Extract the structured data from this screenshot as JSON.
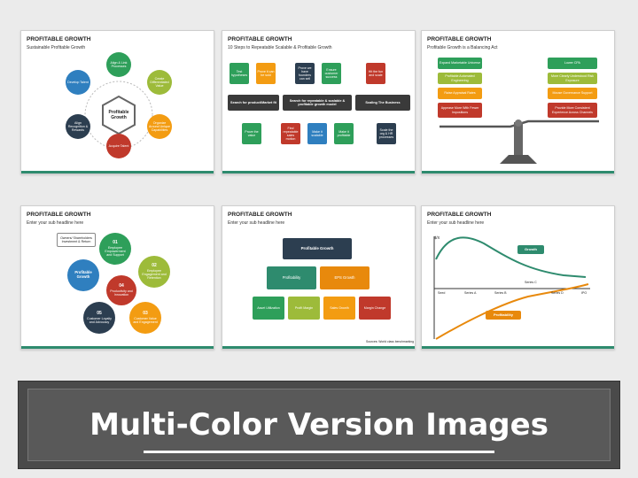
{
  "slides": [
    {
      "title": "PROFITABLE GROWTH",
      "subtitle": "Sustainable Profitable Growth",
      "center": "Profitable Growth",
      "nodes": [
        "Align & Link Processes",
        "Create Differentiated Value",
        "Organize Around Unique Capabilities",
        "Acquire Talent",
        "Align Recognition & Rewards",
        "Develop Talent"
      ]
    },
    {
      "title": "PROFITABLE GROWTH",
      "subtitle": "10 Steps to Repeatable Scalable & Profitable Growth",
      "top_boxes": [
        "Test hypotheses",
        "Prove it can be sold",
        "Prove we have founders can sell",
        "Ensure customer success",
        "Hit the fun and scale"
      ],
      "headers": [
        "Search for product/Market fit",
        "Search for repeatable & scalable & profitable growth model",
        "Scaling The Business"
      ],
      "bottom_boxes": [
        "Prove the value",
        "Find repeatable sales motion",
        "Make it scalable",
        "Make it profitable",
        "Scale the org & HR processes"
      ]
    },
    {
      "title": "PROFITABLE GROWTH",
      "subtitle": "Profitable Growth is a Balancing Act",
      "left_items": [
        "Expand Marketable Universe",
        "Profitable Automated Engineering",
        "Raise Appraisal Rates",
        "Appease More With Fewer Impositions"
      ],
      "right_items": [
        "Lower CPA",
        "More Clearly Understood Risk Exposure",
        "Mouse Governance Support",
        "Provide More Consistent Experience Across Channels"
      ]
    },
    {
      "title": "PROFITABLE GROWTH",
      "subtitle": "Enter your sub headline here",
      "callout": "Owners/ Shareholders Investment & Return",
      "center": "Profitable Growth",
      "steps": [
        {
          "num": "01",
          "label": "Employee Empowerment and Support"
        },
        {
          "num": "02",
          "label": "Employee Engagement and Retention"
        },
        {
          "num": "03",
          "label": "Customer Value and Engagement"
        },
        {
          "num": "04",
          "label": "Productivity and Innovation"
        },
        {
          "num": "05",
          "label": "Customer Loyalty and Advocacy"
        }
      ]
    },
    {
      "title": "PROFITABLE GROWTH",
      "subtitle": "Enter your sub headline here",
      "top": "Profitable Growth",
      "mid": [
        "Profitability",
        "EPS Growth"
      ],
      "bottom": [
        "Asset Utilization",
        "Profit Margin",
        "Sales Growth",
        "Margin Change"
      ],
      "source": "Sources: World class benchmarking"
    },
    {
      "title": "PROFITABLE GROWTH",
      "subtitle": "Enter your sub headline here",
      "y_label": "$/X",
      "growth_label": "Growth",
      "profit_label": "Profitability",
      "x_ticks": [
        "Seed",
        "Series A",
        "Series B",
        "Series C",
        "Series D",
        "IPO"
      ]
    }
  ],
  "banner": {
    "title": "Multi-Color Version Images"
  }
}
